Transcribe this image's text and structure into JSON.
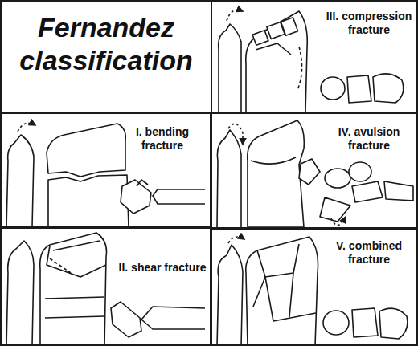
{
  "diagram": {
    "title": "Fernandez classification",
    "nodes": [
      {
        "text": [
          "III. compression fracture"
        ]
      },
      {
        "text": [
          "I. bending fracture"
        ]
      },
      {
        "text": [
          "IV. avulsion fracture"
        ]
      },
      {
        "text": [
          "II. shear fracture"
        ]
      },
      {
        "text": [
          "V. combined fracture"
        ]
      }
    ]
  }
}
